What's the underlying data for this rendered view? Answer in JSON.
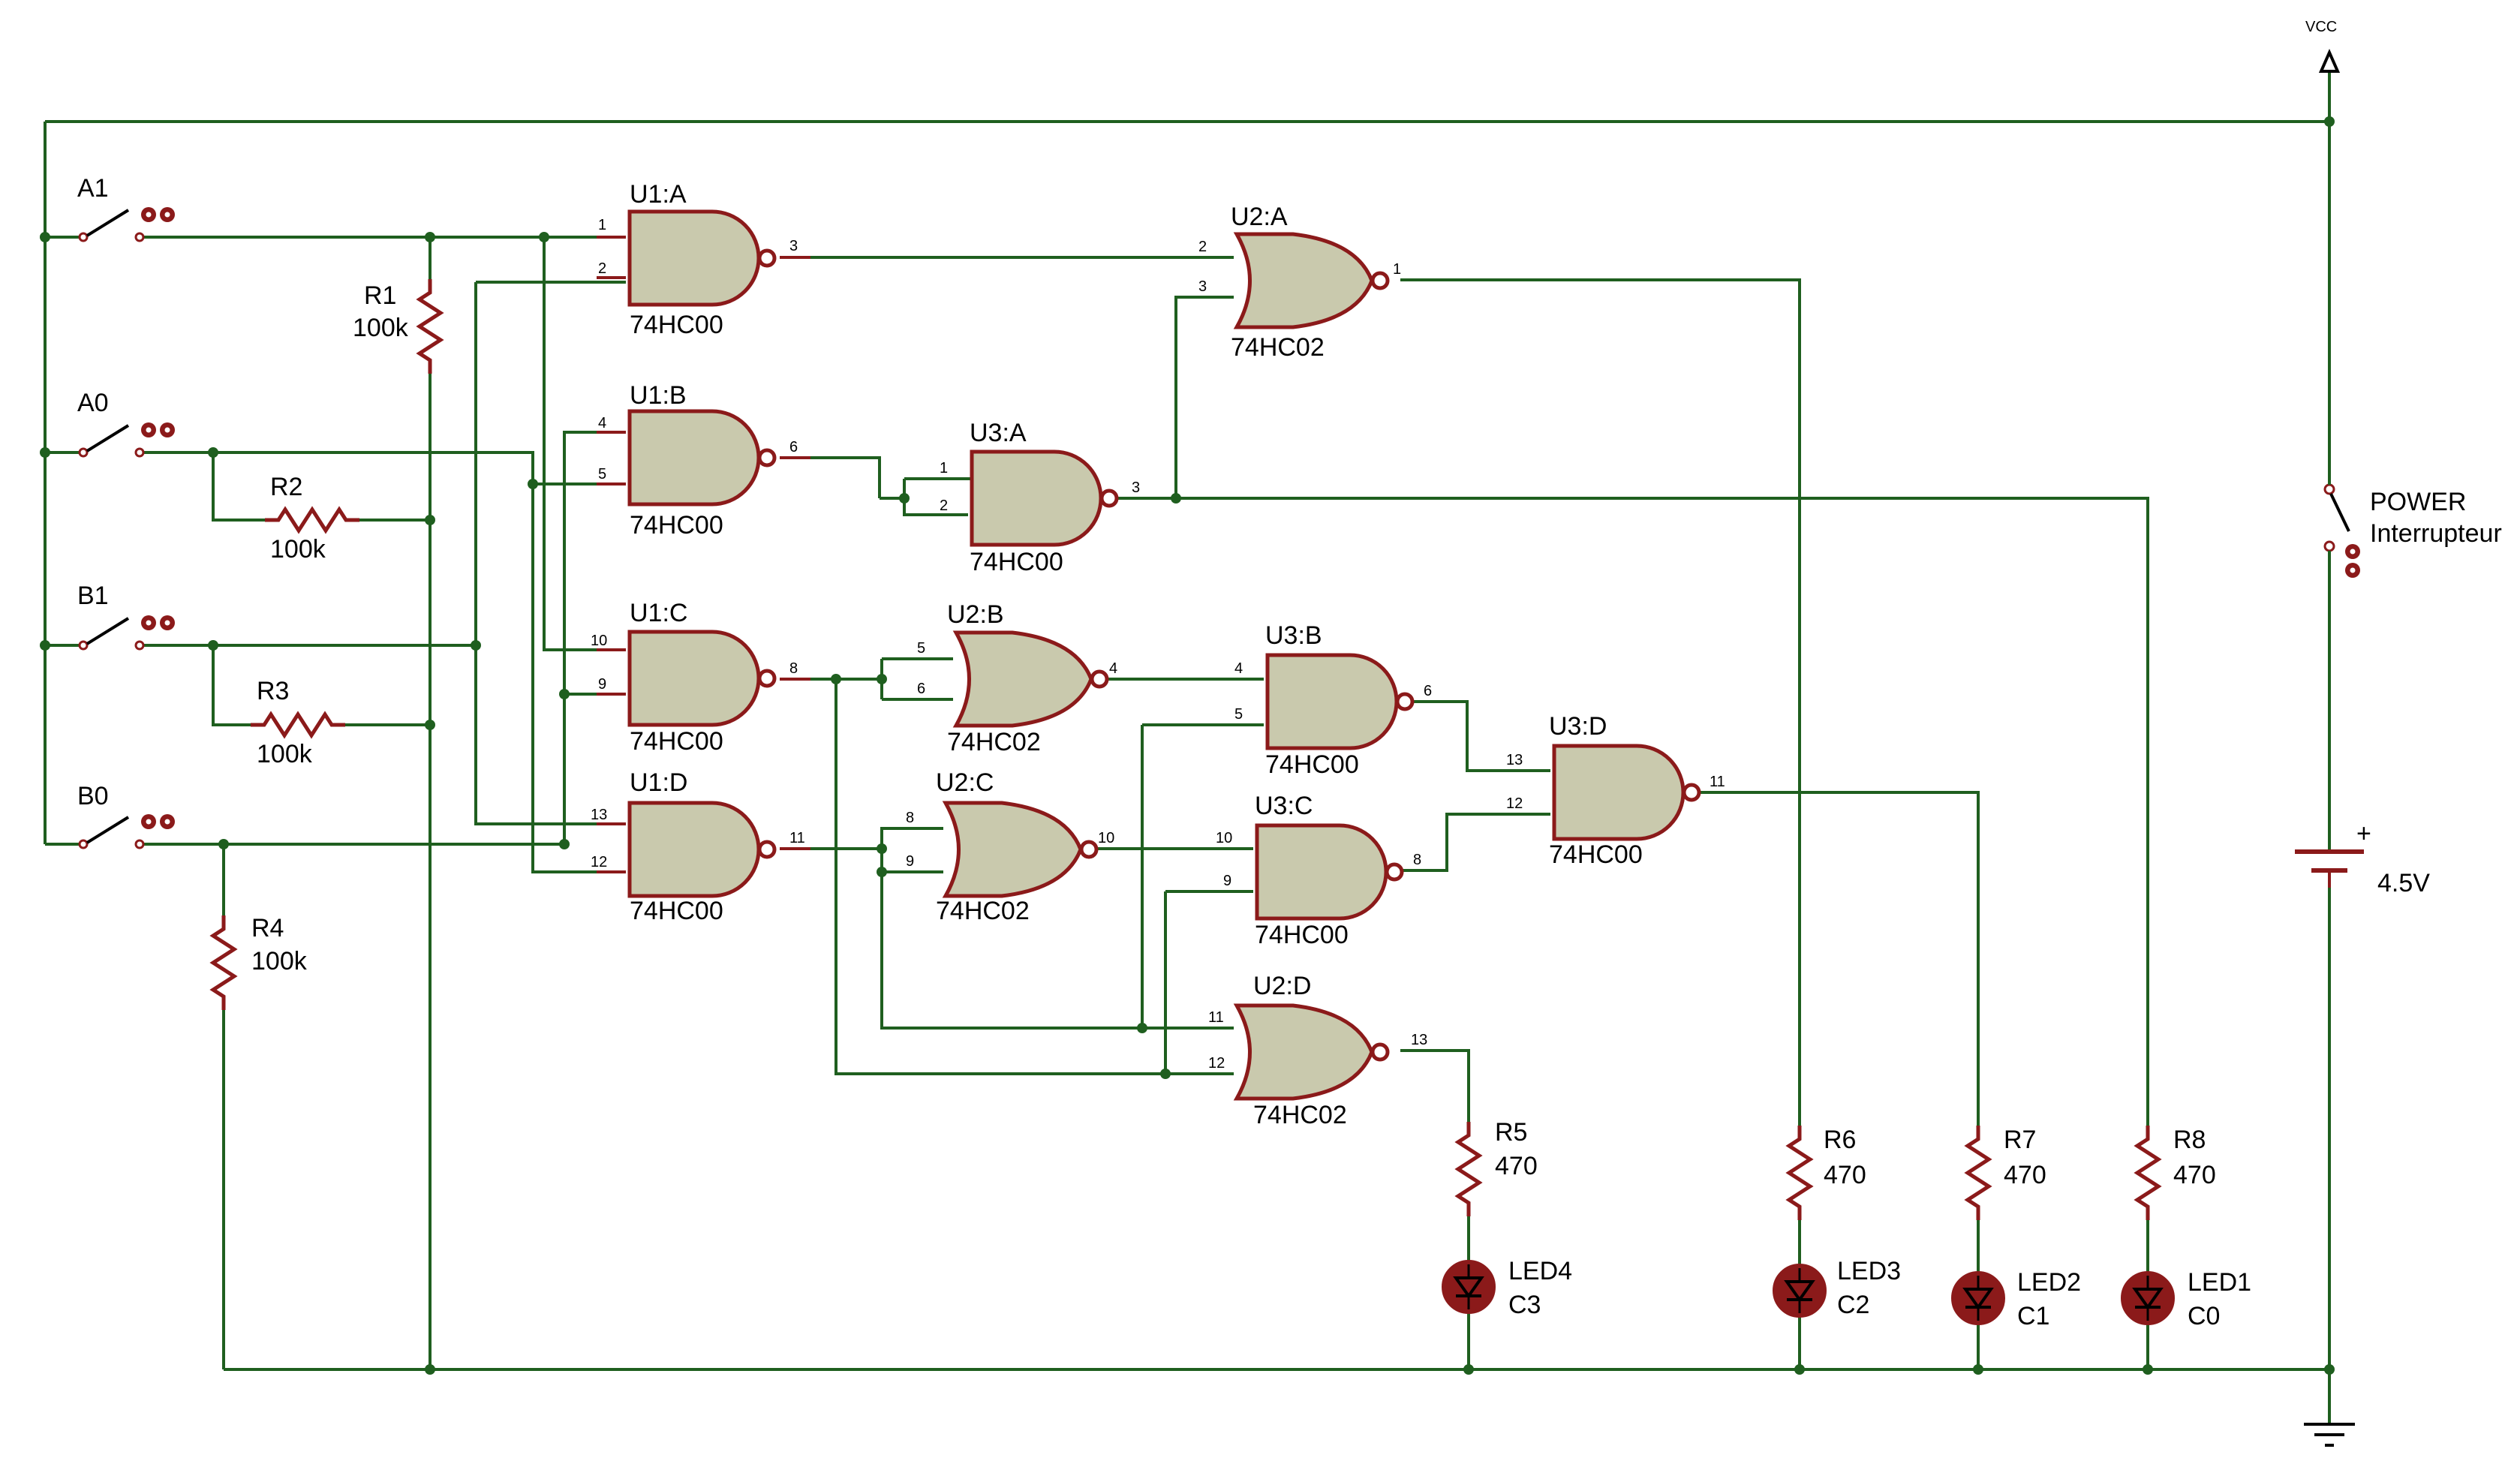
{
  "colors": {
    "wire": "#1f5f1f",
    "component": "#8b1a1a",
    "gate_fill": "#c9c9ad",
    "junction": "#1f5f1f"
  },
  "power": {
    "vcc_label": "VCC",
    "switch_name": "POWER",
    "switch_type": "Interrupteur",
    "battery_value": "4.5V",
    "battery_plus": "+"
  },
  "switches": [
    {
      "id": "A1",
      "label": "A1"
    },
    {
      "id": "A0",
      "label": "A0"
    },
    {
      "id": "B1",
      "label": "B1"
    },
    {
      "id": "B0",
      "label": "B0"
    }
  ],
  "resistors": [
    {
      "id": "R1",
      "label": "R1",
      "value": "100k"
    },
    {
      "id": "R2",
      "label": "R2",
      "value": "100k"
    },
    {
      "id": "R3",
      "label": "R3",
      "value": "100k"
    },
    {
      "id": "R4",
      "label": "R4",
      "value": "100k"
    },
    {
      "id": "R5",
      "label": "R5",
      "value": "470"
    },
    {
      "id": "R6",
      "label": "R6",
      "value": "470"
    },
    {
      "id": "R7",
      "label": "R7",
      "value": "470"
    },
    {
      "id": "R8",
      "label": "R8",
      "value": "470"
    }
  ],
  "gates": [
    {
      "id": "U1A",
      "label": "U1:A",
      "part": "74HC00",
      "pins": [
        "1",
        "2",
        "3"
      ]
    },
    {
      "id": "U1B",
      "label": "U1:B",
      "part": "74HC00",
      "pins": [
        "4",
        "5",
        "6"
      ]
    },
    {
      "id": "U1C",
      "label": "U1:C",
      "part": "74HC00",
      "pins": [
        "10",
        "9",
        "8"
      ]
    },
    {
      "id": "U1D",
      "label": "U1:D",
      "part": "74HC00",
      "pins": [
        "13",
        "12",
        "11"
      ]
    },
    {
      "id": "U2A",
      "label": "U2:A",
      "part": "74HC02",
      "pins": [
        "2",
        "3",
        "1"
      ]
    },
    {
      "id": "U2B",
      "label": "U2:B",
      "part": "74HC02",
      "pins": [
        "5",
        "6",
        "4"
      ]
    },
    {
      "id": "U2C",
      "label": "U2:C",
      "part": "74HC02",
      "pins": [
        "8",
        "9",
        "10"
      ]
    },
    {
      "id": "U2D",
      "label": "U2:D",
      "part": "74HC02",
      "pins": [
        "11",
        "12",
        "13"
      ]
    },
    {
      "id": "U3A",
      "label": "U3:A",
      "part": "74HC00",
      "pins": [
        "1",
        "2",
        "3"
      ]
    },
    {
      "id": "U3B",
      "label": "U3:B",
      "part": "74HC00",
      "pins": [
        "4",
        "5",
        "6"
      ]
    },
    {
      "id": "U3C",
      "label": "U3:C",
      "part": "74HC00",
      "pins": [
        "10",
        "9",
        "8"
      ]
    },
    {
      "id": "U3D",
      "label": "U3:D",
      "part": "74HC00",
      "pins": [
        "13",
        "12",
        "11"
      ]
    }
  ],
  "leds": [
    {
      "id": "LED4",
      "label": "LED4",
      "signal": "C3"
    },
    {
      "id": "LED3",
      "label": "LED3",
      "signal": "C2"
    },
    {
      "id": "LED2",
      "label": "LED2",
      "signal": "C1"
    },
    {
      "id": "LED1",
      "label": "LED1",
      "signal": "C0"
    }
  ]
}
